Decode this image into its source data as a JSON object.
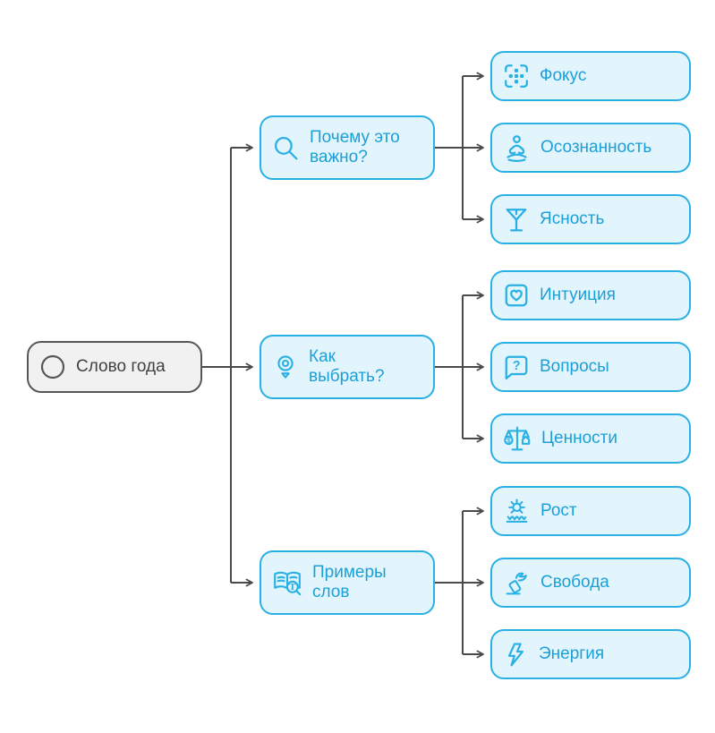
{
  "diagram_title": "Слово года mind map",
  "colors": {
    "accent": "#29b0e5",
    "accent_text": "#1b9fd9",
    "node_fill": "#e3f5fc",
    "root_border": "#56575b",
    "root_fill": "#f1f1f1",
    "root_text": "#3f4144",
    "connector": "#4a4a4a"
  },
  "root": {
    "label": "Слово года",
    "icon": "circle-icon"
  },
  "branches": [
    {
      "label": "Почему это\nважно?",
      "icon": "search-icon",
      "children": [
        {
          "label": "Фокус",
          "icon": "focus-frame-icon"
        },
        {
          "label": "Осознанность",
          "icon": "meditation-icon"
        },
        {
          "label": "Ясность",
          "icon": "martini-glass-icon"
        }
      ]
    },
    {
      "label": "Как\nвыбрать?",
      "icon": "target-pin-icon",
      "children": [
        {
          "label": "Интуиция",
          "icon": "heart-card-icon"
        },
        {
          "label": "Вопросы",
          "icon": "question-bubble-icon"
        },
        {
          "label": "Ценности",
          "icon": "balance-scale-icon"
        }
      ]
    },
    {
      "label": "Примеры\nслов",
      "icon": "book-search-icon",
      "children": [
        {
          "label": "Рост",
          "icon": "sun-growth-icon"
        },
        {
          "label": "Свобода",
          "icon": "bird-release-icon"
        },
        {
          "label": "Энергия",
          "icon": "lightning-icon"
        }
      ]
    }
  ]
}
